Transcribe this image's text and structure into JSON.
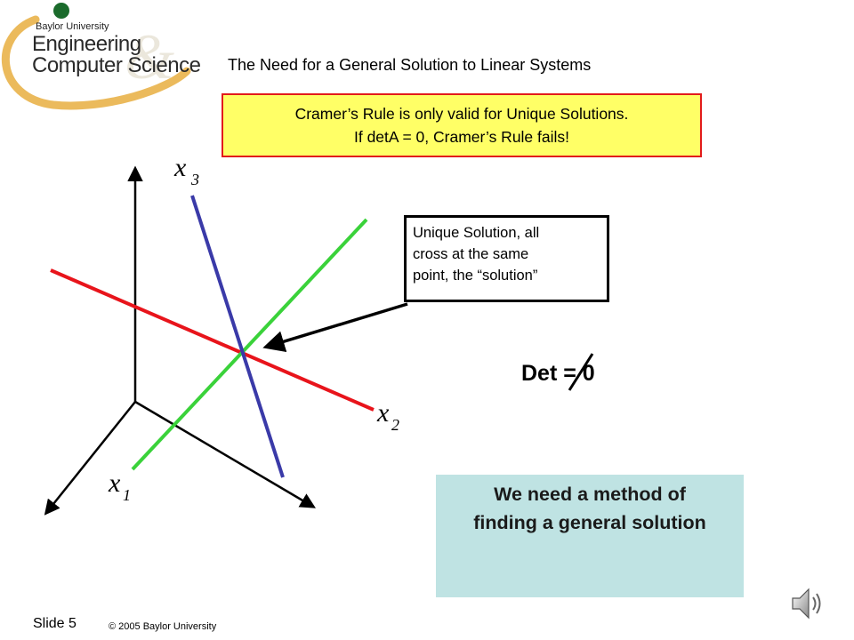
{
  "logo": {
    "university": "Baylor University",
    "line1": "Engineering",
    "line2": "Computer Science"
  },
  "slide": {
    "title": "The Need for a General Solution to Linear Systems",
    "notice_line1": "Cramer’s Rule is only valid for Unique Solutions.",
    "notice_line2": "If detA = 0, Cramer’s Rule fails!",
    "callout_lines": [
      "Unique Solution, all",
      "cross at the same",
      "point, the “solution”"
    ],
    "det_label": "Det = 0",
    "method_line1": "We need a method of",
    "method_line2": "finding a general solution"
  },
  "diagram": {
    "axis_x3": "x",
    "axis_x3_sub": "3",
    "axis_x2": "x",
    "axis_x2_sub": "2",
    "axis_x1": "x",
    "axis_x1_sub": "1",
    "line_colors": {
      "red": "#e8141b",
      "blue": "#3a3aa8",
      "green": "#3ad23a"
    }
  },
  "footer": {
    "slide_number": "Slide 5",
    "copyright": "© 2005 Baylor University"
  },
  "icons": {
    "speaker": "speaker-icon",
    "logo_swoosh": "logo-swoosh-icon"
  }
}
